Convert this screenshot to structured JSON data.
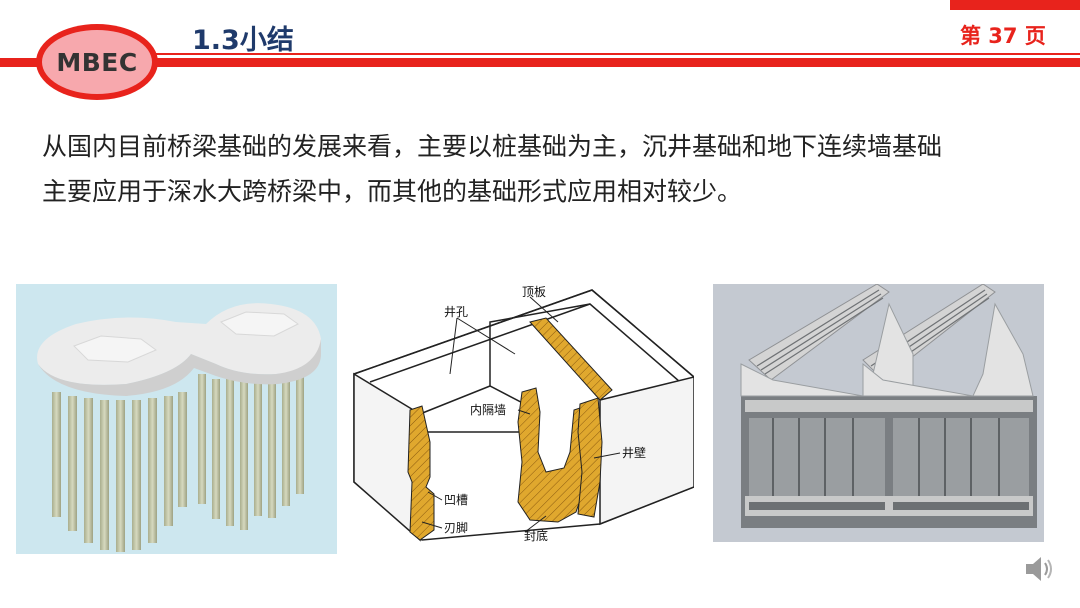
{
  "header": {
    "logo_text": "MBEC",
    "title": "1.3小结",
    "page_label": "第 37  页"
  },
  "body": {
    "lines": [
      "从国内目前桥梁基础的发展来看，主要以桩基础为主，沉井基础和地下连续墙基础",
      "主要应用于深水大跨桥梁中，而其他的基础形式应用相对较少。"
    ]
  },
  "caisson_labels": {
    "top_plate": "顶板",
    "well_hole": "井孔",
    "inner_wall": "内隔墙",
    "well_wall": "井壁",
    "groove": "凹槽",
    "cutting_edge": "刃脚",
    "bottom_seal": "封底"
  },
  "colors": {
    "accent_red": "#e8231c",
    "title_blue": "#1f3a6b",
    "logo_pink": "#f7a8ad",
    "concrete_hatch": "#e0a82e"
  },
  "icons": {
    "speaker": "speaker-icon"
  }
}
